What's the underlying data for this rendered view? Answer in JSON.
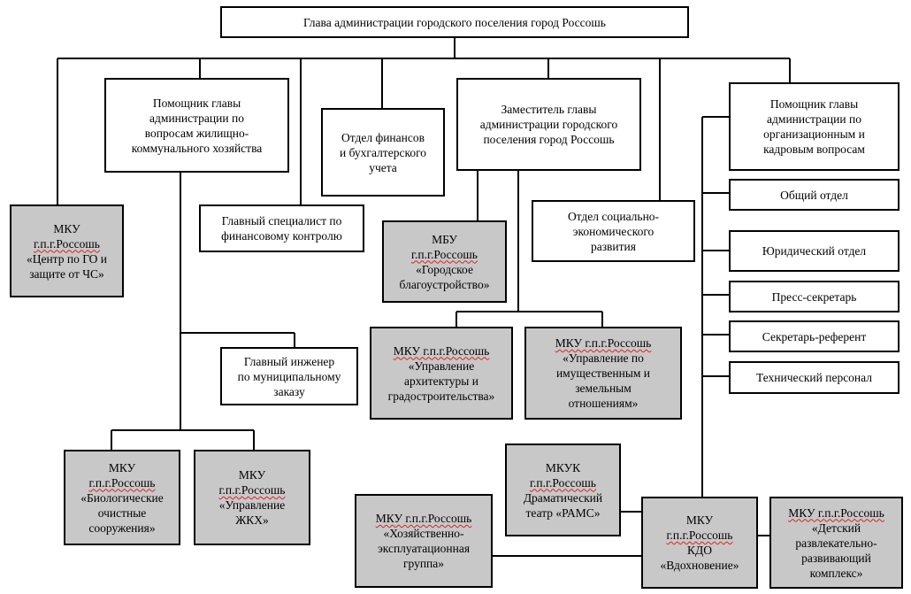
{
  "nodes": {
    "head": [
      "Глава администрации городского поселения город Россошь"
    ],
    "housing_assistant": [
      "Помощник главы",
      "администрации по",
      "вопросам жилищно-",
      "коммунального хозяйства"
    ],
    "finance_dept": [
      "Отдел финансов",
      "и бухгалтерского",
      "учета"
    ],
    "deputy_head": [
      "Заместитель главы",
      "администрации городского",
      "поселения город Россошь"
    ],
    "org_assistant": [
      "Помощник главы",
      "администрации по",
      "организационным и",
      "кадровым вопросам"
    ],
    "general_dept": [
      "Общий отдел"
    ],
    "legal_dept": [
      "Юридический отдел"
    ],
    "press_secretary": [
      "Пресс-секретарь"
    ],
    "secretary_referent": [
      "Секретарь-референт"
    ],
    "technical_staff": [
      "Технический персонал"
    ],
    "civil_defense": [
      "МКУ",
      "г.п.г.Россошь",
      "«Центр по ГО и",
      "защите от ЧС»"
    ],
    "finance_control": [
      "Главный специалист по",
      "финансовому контролю"
    ],
    "city_improvement": [
      "МБУ",
      "г.п.г.Россошь",
      "«Городское",
      "благоустройство»"
    ],
    "social_econ": [
      "Отдел социально-",
      "экономического",
      "развития"
    ],
    "municipal_engineer": [
      "Главный инженер",
      "по муниципальному",
      "заказу"
    ],
    "architecture": [
      "МКУ г.п.г.Россошь",
      "«Управление",
      "архитектуры и",
      "градостроительства»"
    ],
    "property": [
      "МКУ г.п.г.Россошь",
      "«Управление по",
      "имущественным и",
      "земельным",
      "отношениям»"
    ],
    "bio_treatment": [
      "МКУ",
      "г.п.г.Россошь",
      "«Биологические",
      "очистные",
      "сооружения»"
    ],
    "housing_mgmt": [
      "МКУ",
      "г.п.г.Россошь",
      "«Управление",
      "ЖКХ»"
    ],
    "drama_theatre": [
      "МКУК",
      "г.п.г.Россошь",
      "Драматический",
      "театр «РАМС»"
    ],
    "maintenance_group": [
      "МКУ г.п.г.Россошь",
      "«Хозяйственно-",
      "эксплуатационная",
      "группа»"
    ],
    "culture_center": [
      "МКУ",
      "г.п.г.Россошь",
      "КДО",
      "«Вдохновение»"
    ],
    "children_complex": [
      "МКУ г.п.г.Россошь",
      "«Детский",
      "развлекательно-",
      "развивающий",
      "комплекс»"
    ]
  }
}
